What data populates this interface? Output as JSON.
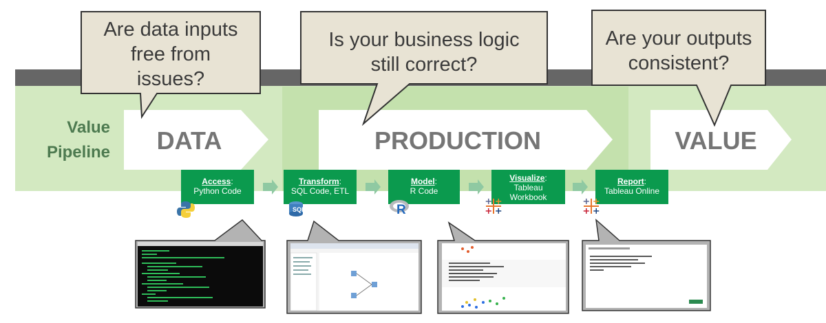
{
  "pipeline_label": [
    "Value",
    "Pipeline"
  ],
  "stages": [
    {
      "label": "DATA",
      "question": [
        "Are data inputs",
        "free from",
        "issues?"
      ]
    },
    {
      "label": "PRODUCTION",
      "question": [
        "Is your business logic",
        "still correct?"
      ]
    },
    {
      "label": "VALUE",
      "question": [
        "Are your outputs",
        "consistent?"
      ]
    }
  ],
  "steps": [
    {
      "title": "Access",
      "desc": [
        "Python Code"
      ],
      "icon": "python-icon"
    },
    {
      "title": "Transform",
      "desc": [
        "SQL Code, ETL"
      ],
      "icon": "sql-icon"
    },
    {
      "title": "Model",
      "desc": [
        "R Code"
      ],
      "icon": "r-icon"
    },
    {
      "title": "Visualize",
      "desc": [
        "Tableau",
        "Workbook"
      ],
      "icon": "tableau-icon"
    },
    {
      "title": "Report",
      "desc": [
        "Tableau Online"
      ],
      "icon": "tableau-icon"
    }
  ],
  "colors": {
    "step_green": "#0b9a4e",
    "band_green": "#d3e9c1",
    "bubble": "#e8e3d4"
  }
}
